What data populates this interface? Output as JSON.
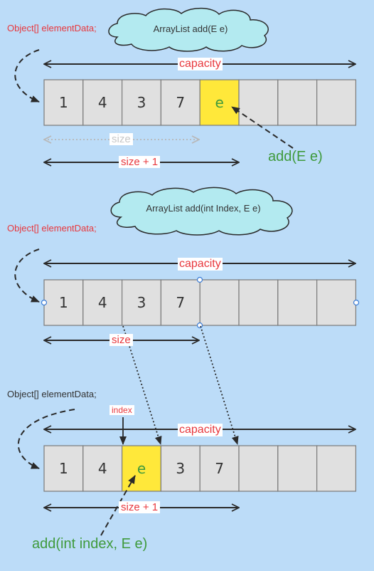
{
  "colors": {
    "background": "#bcdcf8",
    "cell_fill": "#e0e0e0",
    "cell_stroke": "#7a7a7a",
    "highlight_fill": "#ffe83a",
    "cloud_fill": "#b3eaf0",
    "cloud_stroke": "#2a2a2a",
    "red_text": "#e8383d",
    "green_text": "#3f9a3c",
    "faded": "#c8c8c8"
  },
  "panel_add": {
    "var_label": "Object[] elementData;",
    "cloud_label": "ArrayList add(E e)",
    "capacity_label": "capacity",
    "cells": [
      "1",
      "4",
      "3",
      "7",
      "e",
      "",
      "",
      ""
    ],
    "highlight_index": 4,
    "size_label": "size",
    "size_plus_label": "size + 1",
    "method_label": "add(E e)"
  },
  "panel_insert_before": {
    "var_label": "Object[] elementData;",
    "cloud_label": "ArrayList add(int Index, E e)",
    "capacity_label": "capacity",
    "cells": [
      "1",
      "4",
      "3",
      "7",
      "",
      "",
      "",
      ""
    ],
    "size_label": "size"
  },
  "panel_insert_after": {
    "var_label": "Object[] elementData;",
    "index_label": "index",
    "capacity_label": "capacity",
    "cells": [
      "1",
      "4",
      "e",
      "3",
      "7",
      "",
      "",
      ""
    ],
    "highlight_index": 2,
    "size_plus_label": "size + 1",
    "method_label": "add(int index, E e)"
  }
}
